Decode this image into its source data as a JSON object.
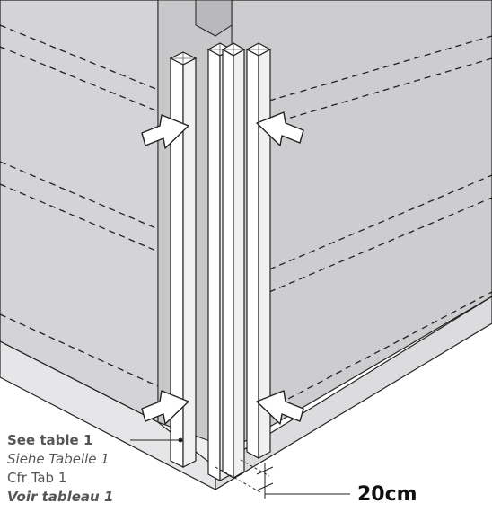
{
  "labels": {
    "line1": "See table 1",
    "line2": "Siehe Tabelle 1",
    "line3": "Cfr Tab 1",
    "line4": "Voir tableau 1"
  },
  "dimension": "20cm",
  "colors": {
    "wall": "#d4d4d6",
    "wall_dark": "#c6c6c8",
    "floor": "#e6e6e8",
    "post": "#ffffff",
    "line": "#222222",
    "text": "#555555"
  },
  "icons": [
    "arrow-icon",
    "arrow-icon",
    "arrow-icon",
    "arrow-icon"
  ]
}
